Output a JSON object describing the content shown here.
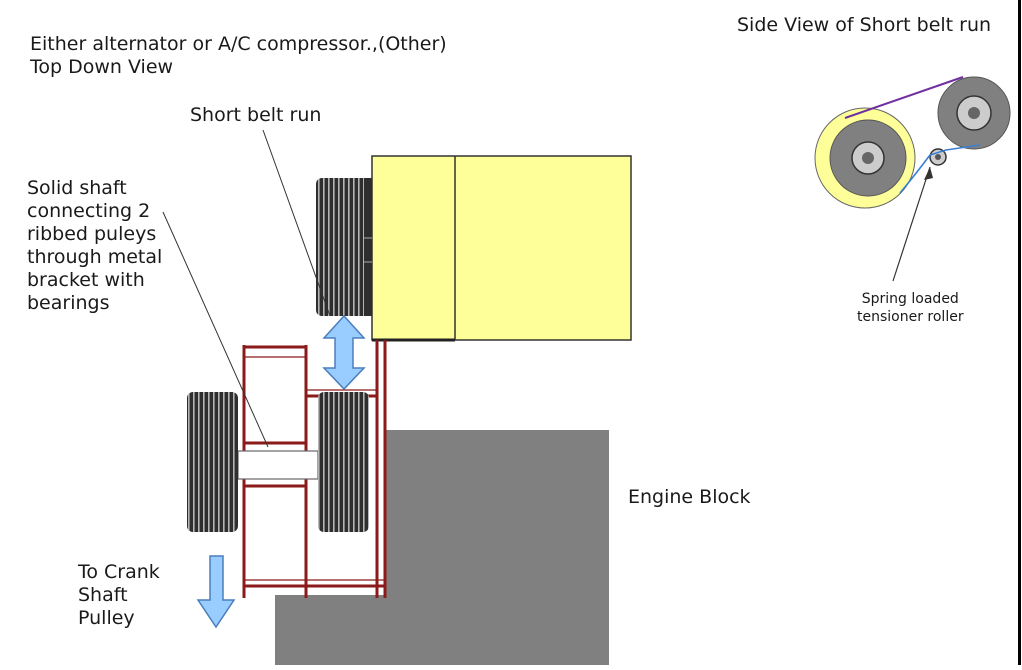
{
  "labels": {
    "title_line1": "Either alternator or A/C compressor.,(Other)",
    "title_line2": "Top Down View",
    "side_view_title": "Side View of Short belt run",
    "short_belt_run": "Short belt run",
    "solid_shaft": [
      "Solid shaft",
      "connecting 2",
      "ribbed puleys",
      "through metal",
      "bracket with",
      "bearings"
    ],
    "engine_block": "Engine Block",
    "crank_pulley": [
      "To Crank",
      "Shaft",
      "Pulley"
    ],
    "tensioner": [
      "Spring loaded",
      "tensioner roller"
    ]
  },
  "colors": {
    "accessory_fill": "#ffff99",
    "engine_fill": "#808080",
    "bracket": "#8b1a1a",
    "arrow_fill": "#99ccff",
    "arrow_stroke": "#4a7ebb",
    "pulley_dark": "#333333",
    "pulley_rib": "#aaaaaa",
    "side_big_pulley_ring": "#ffff99",
    "belt_purple": "#7030a0",
    "belt_blue": "#3a7fd5"
  }
}
